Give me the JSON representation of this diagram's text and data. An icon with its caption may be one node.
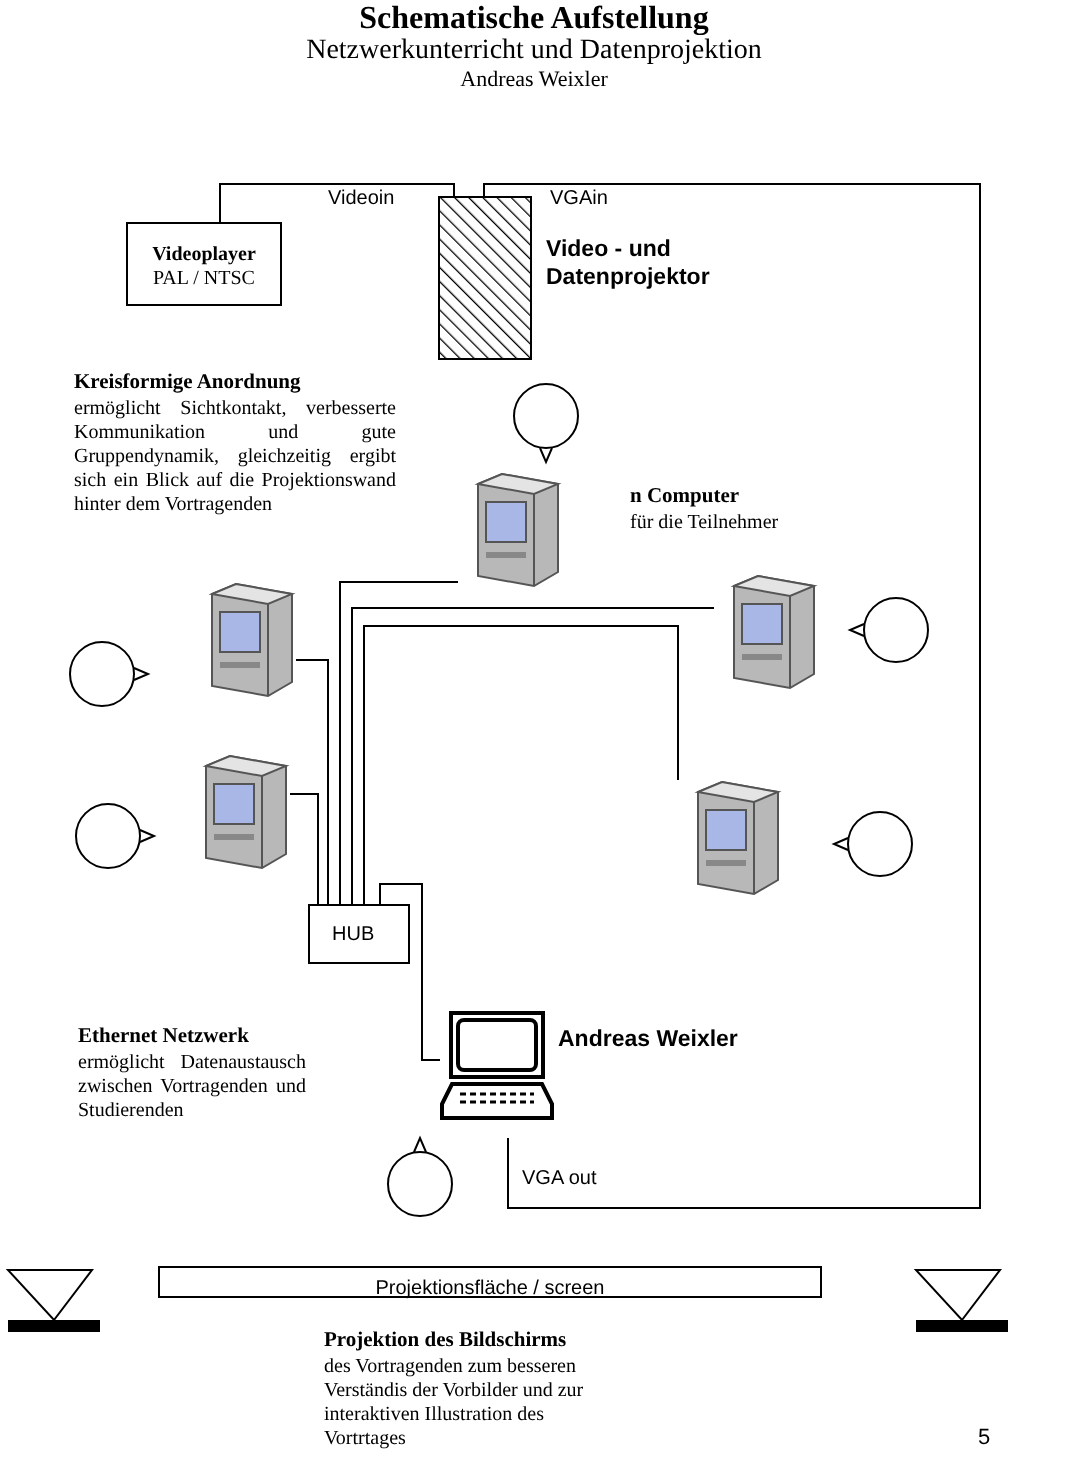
{
  "diagram": {
    "title": "Schematische Aufstellung",
    "nodes": [
      {
        "text": [
          "Videoplayer",
          "PAL / NTSC"
        ]
      },
      {
        "text": [],
        "shape": "box",
        "beside": [
          "Video - und Datenprojektor"
        ]
      },
      {
        "text": [],
        "shape": "computer"
      },
      {
        "text": [],
        "shape": "computer"
      },
      {
        "text": [],
        "shape": "computer"
      },
      {
        "text": [],
        "shape": "computer"
      },
      {
        "text": [],
        "shape": "computer"
      },
      {
        "text": [
          "HUB"
        ]
      },
      {
        "text": [],
        "shape": "laptop",
        "beside": [
          "Andreas Weixler"
        ]
      },
      {
        "text": [
          "Projektionsfläche / screen"
        ]
      }
    ],
    "edges": [
      {
        "from": 0,
        "to": 1,
        "arrow": "none",
        "label": "Videoin"
      },
      {
        "from": 8,
        "to": 1,
        "arrow": "none",
        "label": "VGA out"
      },
      {
        "from": 2,
        "to": 7,
        "arrow": "none"
      },
      {
        "from": 3,
        "to": 7,
        "arrow": "none"
      },
      {
        "from": 4,
        "to": 7,
        "arrow": "none"
      },
      {
        "from": 5,
        "to": 7,
        "arrow": "none"
      },
      {
        "from": 6,
        "to": 7,
        "arrow": "none"
      },
      {
        "from": 7,
        "to": 8,
        "arrow": "none"
      }
    ],
    "labels": [
      "Netzwerkunterricht und Datenprojektion",
      "Andreas Weixler",
      "VGAin",
      "Kreisformige Anordnung",
      "ermöglicht Sichtkontakt, verbesserte Kommunikation und gute Gruppendynamik, gleichzeitig ergibt sich ein Blick auf die Projektionswand hinter dem Vortragenden",
      "n Computer",
      "für die Teilnehmer",
      "Ethernet Netzwerk",
      "ermöglicht Datenaustausch zwischen Vortragenden und Studierenden",
      "Projektion des Bildschirms",
      "des Vortragenden zum besseren Verständis der Vorbilder und zur interaktiven Illustration des Vortrtages",
      "5"
    ]
  }
}
